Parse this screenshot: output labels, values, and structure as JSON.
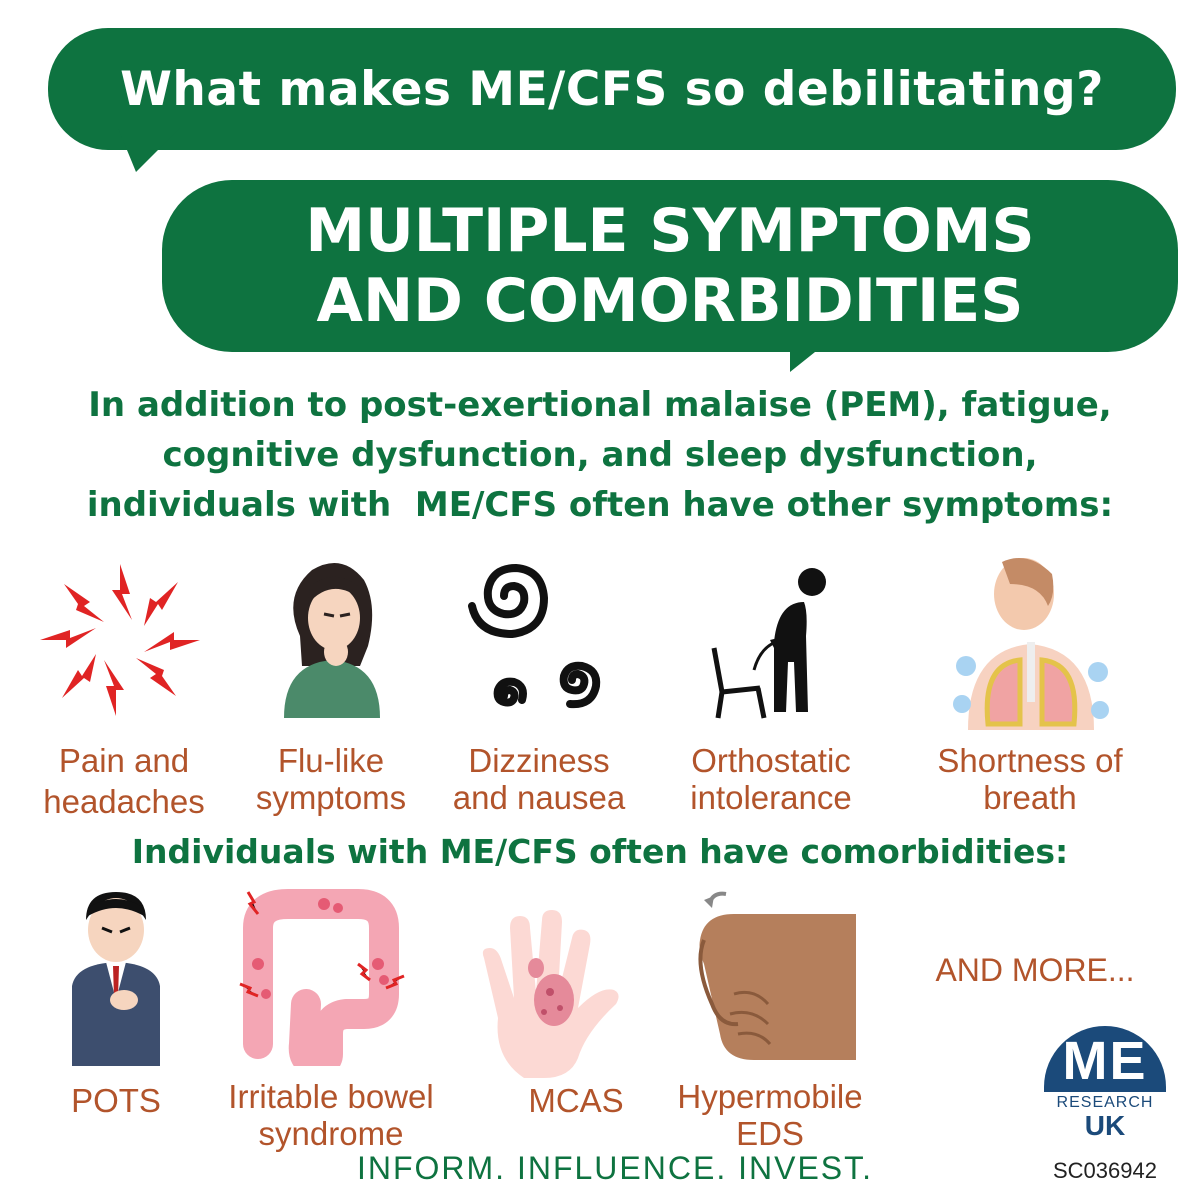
{
  "header": {
    "question": "What makes ME/CFS so debilitating?",
    "headline_line1": "MULTIPLE SYMPTOMS",
    "headline_line2": "AND COMORBIDITIES"
  },
  "intro": {
    "line1": "In addition to post-exertional malaise (PEM), fatigue,",
    "line2": "cognitive dysfunction, and sleep dysfunction,",
    "line3": "individuals with  ME/CFS often have other symptoms:"
  },
  "symptoms": [
    {
      "line1": "Pain and",
      "line2": "headaches",
      "icon": "lightning-burst-icon"
    },
    {
      "line1": "Flu-like",
      "line2": "symptoms",
      "icon": "sick-woman-icon"
    },
    {
      "line1": "Dizziness",
      "line2": "and nausea",
      "icon": "spiral-icon"
    },
    {
      "line1": "Orthostatic",
      "line2": "intolerance",
      "icon": "stooped-person-icon"
    },
    {
      "line1": "Shortness of",
      "line2": "breath",
      "icon": "lungs-icon"
    }
  ],
  "comorbidities_heading": "Individuals with ME/CFS often have comorbidities:",
  "comorbidities": [
    {
      "line1": "POTS",
      "line2": "",
      "icon": "man-chest-pain-icon"
    },
    {
      "line1": "Irritable bowel",
      "line2": "syndrome",
      "icon": "intestine-icon"
    },
    {
      "line1": "MCAS",
      "line2": "",
      "icon": "rash-hand-icon"
    },
    {
      "line1": "Hypermobile",
      "line2": "EDS",
      "icon": "bending-thumb-icon"
    }
  ],
  "and_more": "AND MORE...",
  "logo": {
    "letters": "ME",
    "word1": "RESEARCH",
    "word2": "UK"
  },
  "tagline": "INFORM. INFLUENCE. INVEST.",
  "charity_number": "SC036942",
  "colors": {
    "green": "#0e7340",
    "rust": "#b2542b",
    "navy": "#1b4a7a",
    "red": "#e02424"
  }
}
